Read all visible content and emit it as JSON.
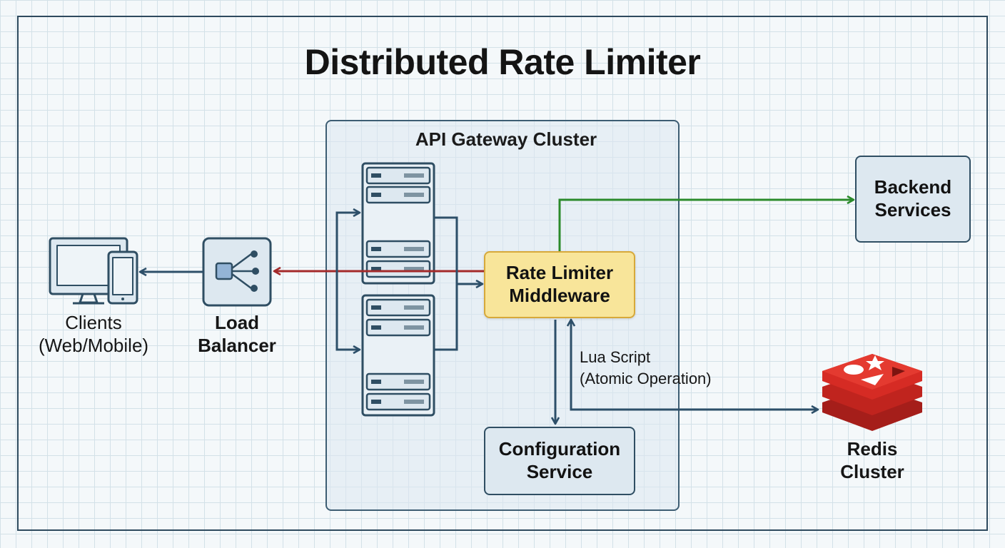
{
  "title": "Distributed Rate Limiter",
  "cluster_label": "API Gateway Cluster",
  "nodes": {
    "clients": "Clients\n(Web/Mobile)",
    "load_balancer": "Load\nBalancer",
    "rate_limiter": "Rate Limiter\nMiddleware",
    "backend": "Backend\nServices",
    "config": "Configuration\nService",
    "redis": "Redis\nCluster"
  },
  "lua_label": "Lua Script\n(Atomic Operation)",
  "colors": {
    "border": "#2f4e63",
    "flow": "#2d4f69",
    "return_path": "#a42a2a",
    "backend_path": "#2b8a2b",
    "rate_limiter_fill": "#f8e59a",
    "redis_red": "#d62b24"
  },
  "icons": [
    "desktop-icon",
    "phone-icon",
    "load-balancer-icon",
    "server-rack-icon",
    "redis-logo-icon"
  ]
}
